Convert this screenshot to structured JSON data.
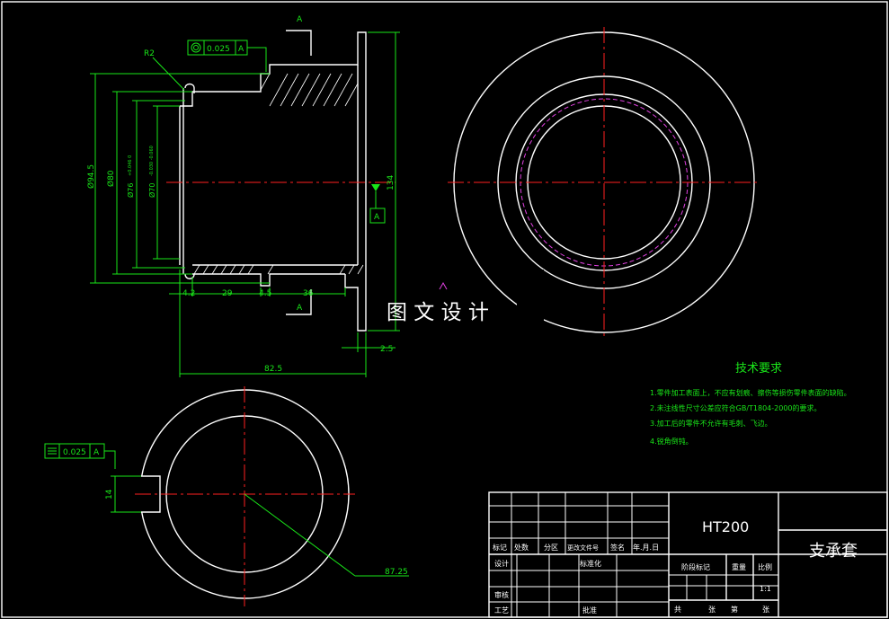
{
  "watermark": "图 文 设 计",
  "marks": {
    "section_a": "A",
    "r2": "R2"
  },
  "tolerances": {
    "coaxiality": {
      "value": "0.025",
      "datum": "A"
    },
    "symmetry": {
      "value": "0.025",
      "datum": "A"
    },
    "datum_box": "A"
  },
  "dimensions": {
    "d_outer": "Ø94.5",
    "d_80": "Ø80",
    "d_76": "Ø76",
    "d_76_tol": "+0.046 0",
    "d_70": "Ø70",
    "d_70_tol": "-0.030 -0.060",
    "flange_d": "134",
    "w_42": "4.2",
    "w_29": "29",
    "w_45": "4.5",
    "w_36": "36",
    "w_25": "2.5",
    "total_len": "82.5",
    "slot": "14",
    "r_8725": "87.25"
  },
  "requirements": {
    "title": "技术要求",
    "items": [
      "1.零件加工表面上，不应有划痕、擦伤等损伤零件表面的缺陷。",
      "2.未注线性尺寸公差应符合GB/T1804-2000的要求。",
      "3.加工后的零件不允许有毛刺、飞边。",
      "4.锐角倒钝。"
    ]
  },
  "title_block": {
    "material": "HT200",
    "part_name": "支承套",
    "rev_headers": [
      "标记",
      "处数",
      "分区",
      "更改文件号",
      "签名",
      "年.月.日"
    ],
    "design": "设计",
    "standardize": "标准化",
    "review": "审核",
    "process": "工艺",
    "approve": "批准",
    "stage_mark": "阶段标记",
    "weight": "重量",
    "scale_label": "比例",
    "scale": "1:1",
    "total_sheets": "共",
    "sheets_unit": "张",
    "sheet_no": "第",
    "sheet_unit": "张"
  }
}
